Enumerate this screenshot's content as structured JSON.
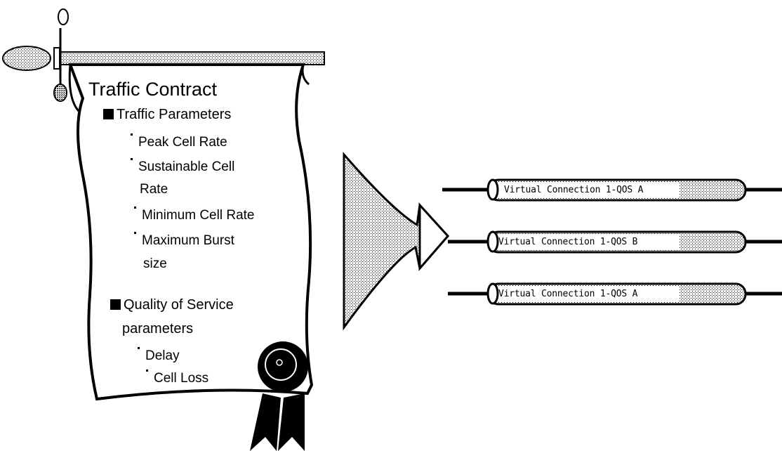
{
  "contract": {
    "title": "Traffic Contract",
    "traffic_parameters": {
      "label": "Traffic Parameters",
      "items": [
        "Peak Cell Rate",
        "Sustainable Cell",
        "Rate",
        "Minimum Cell Rate",
        "Maximum Burst",
        "size"
      ]
    },
    "qos_parameters": {
      "label_line1": "Quality of Service",
      "label_line2": "parameters",
      "items": [
        "Delay",
        "Cell Loss"
      ]
    }
  },
  "connections": [
    {
      "label": "Virtual Connection 1-QOS A"
    },
    {
      "label": "Virtual Connection 1-QOS B"
    },
    {
      "label": "Virtual Connection 1-QOS A"
    }
  ],
  "colors": {
    "ink": "#000000",
    "paper": "#ffffff",
    "stipple": "#9a9a9a"
  }
}
